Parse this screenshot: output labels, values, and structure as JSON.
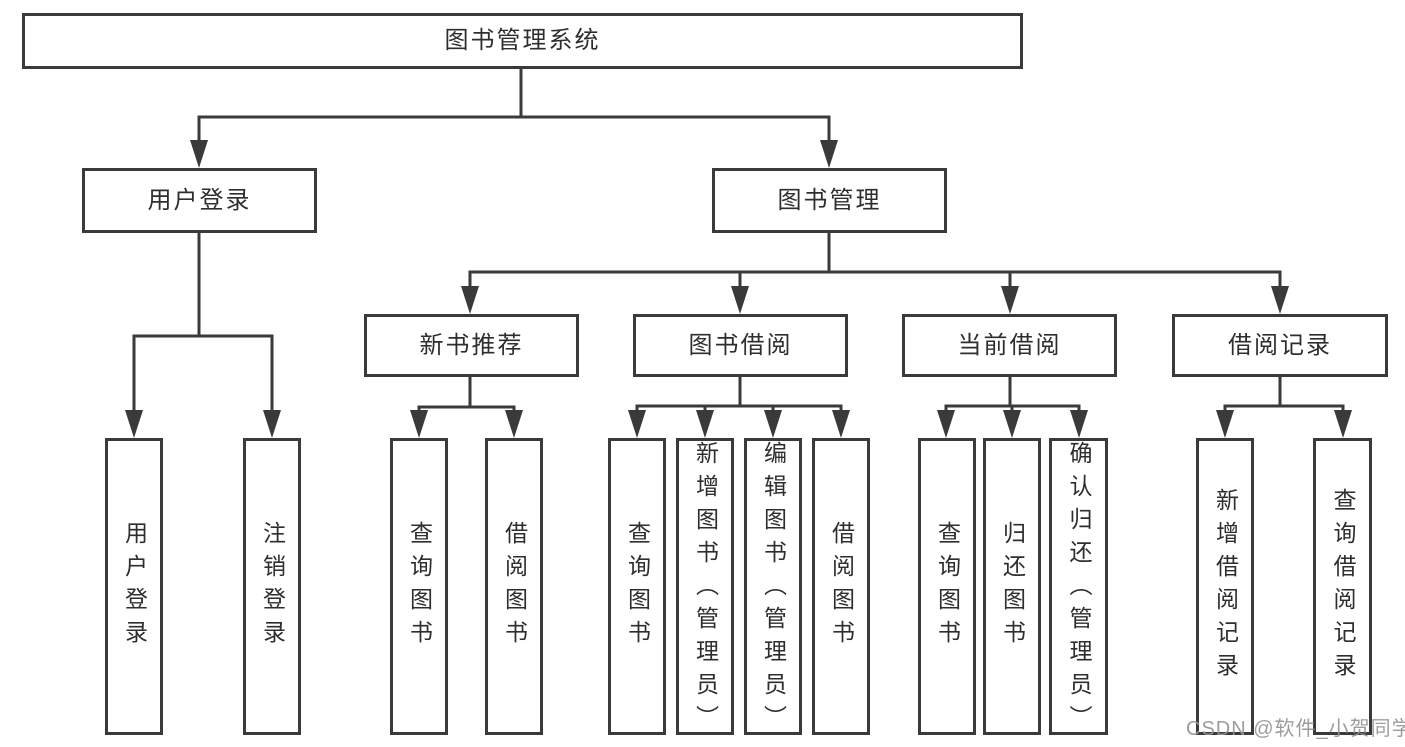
{
  "diagram_title": "图书管理系统",
  "watermark": "CSDN @软件_小贺同学",
  "colors": {
    "line": "#3a3a3a",
    "box_border": "#3a3a3a",
    "box_fill": "#ffffff",
    "text": "#2e2e2e",
    "watermark": "#949494",
    "background": "#ffffff"
  },
  "nodes": {
    "system": "图书管理系统",
    "user_login": "用户登录",
    "book_mgmt": "图书管理",
    "login": "用户登录",
    "logout": "注销登录",
    "new_books": "新书推荐",
    "book_borrow": "图书借阅",
    "current_borrow": "当前借阅",
    "borrow_records": "借阅记录",
    "nb_query": "查询图书",
    "nb_borrow": "借阅图书",
    "bb_query": "查询图书",
    "bb_add": "新增图书（管理员）",
    "bb_edit": "编辑图书（管理员）",
    "bb_borrow": "借阅图书",
    "cb_query": "查询图书",
    "cb_return": "归还图书",
    "cb_confirm": "确认归还（管理员）",
    "br_add": "新增借阅记录",
    "br_query": "查询借阅记录"
  },
  "tree": {
    "label": "图书管理系统",
    "children": [
      {
        "label": "用户登录",
        "children": [
          {
            "label": "用户登录"
          },
          {
            "label": "注销登录"
          }
        ]
      },
      {
        "label": "图书管理",
        "children": [
          {
            "label": "新书推荐",
            "children": [
              {
                "label": "查询图书"
              },
              {
                "label": "借阅图书"
              }
            ]
          },
          {
            "label": "图书借阅",
            "children": [
              {
                "label": "查询图书"
              },
              {
                "label": "新增图书（管理员）"
              },
              {
                "label": "编辑图书（管理员）"
              },
              {
                "label": "借阅图书"
              }
            ]
          },
          {
            "label": "当前借阅",
            "children": [
              {
                "label": "查询图书"
              },
              {
                "label": "归还图书"
              },
              {
                "label": "确认归还（管理员）"
              }
            ]
          },
          {
            "label": "借阅记录",
            "children": [
              {
                "label": "新增借阅记录"
              },
              {
                "label": "查询借阅记录"
              }
            ]
          }
        ]
      }
    ]
  }
}
